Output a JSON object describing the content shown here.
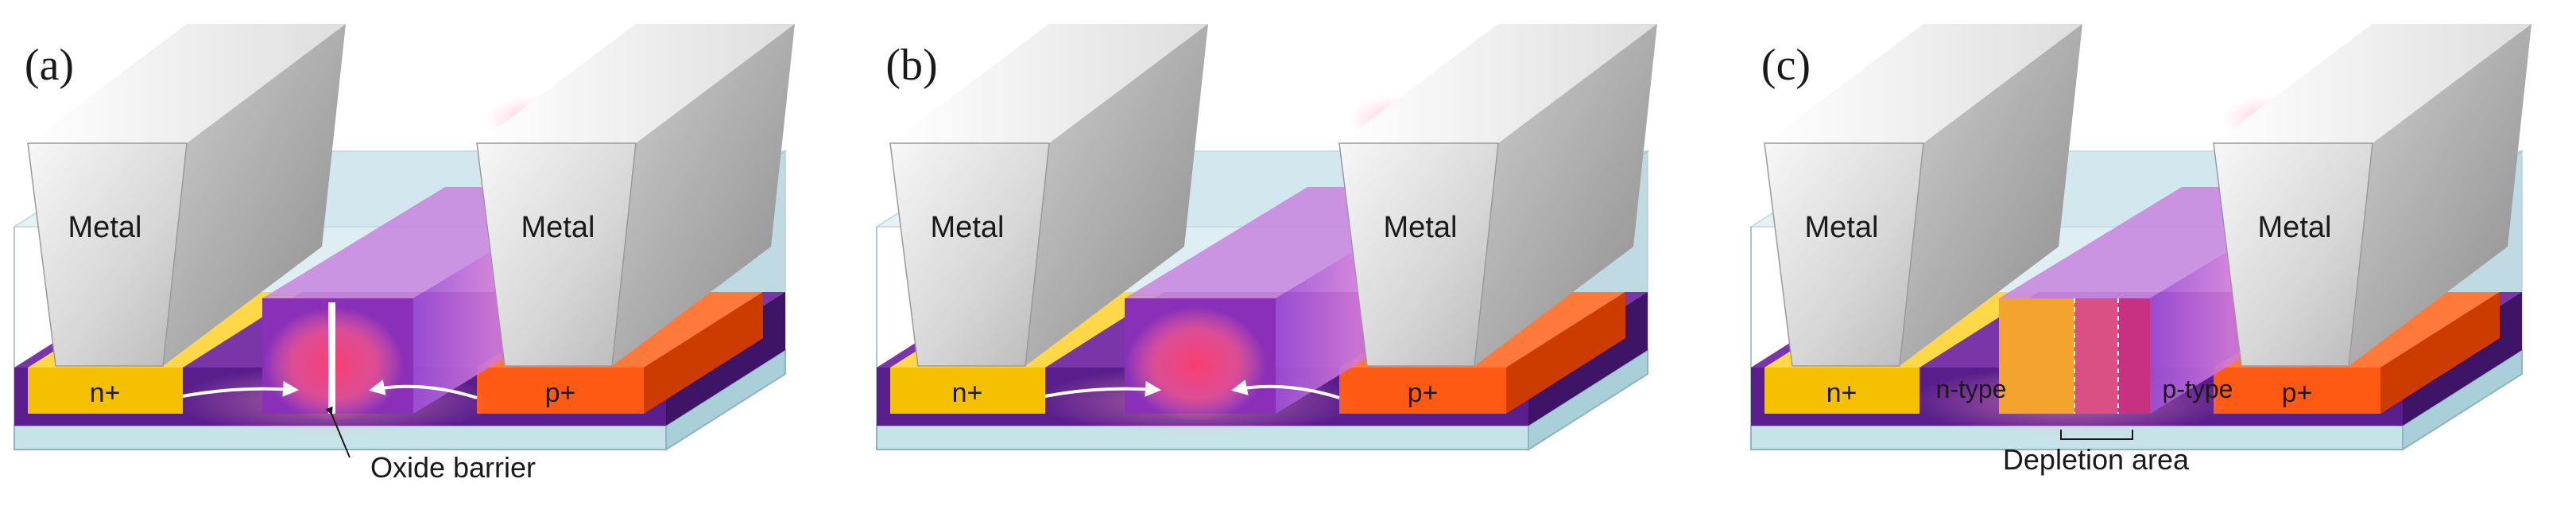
{
  "panels": [
    {
      "letter": "(a)",
      "metal_left": "Metal",
      "metal_right": "Metal",
      "contact_left": "n+",
      "contact_right": "p+",
      "center_variant": "oxide",
      "center_labels": [],
      "callout": "Oxide barrier"
    },
    {
      "letter": "(b)",
      "metal_left": "Metal",
      "metal_right": "Metal",
      "contact_left": "n+",
      "contact_right": "p+",
      "center_variant": "plain",
      "center_labels": [],
      "callout": ""
    },
    {
      "letter": "(c)",
      "metal_left": "Metal",
      "metal_right": "Metal",
      "contact_left": "n+",
      "contact_right": "p+",
      "center_variant": "junction",
      "center_labels": [
        "n-type",
        "p-type"
      ],
      "callout": "Depletion area"
    }
  ],
  "colors": {
    "substrate": "#bcdde6",
    "substrate_edge": "#8fb3bf",
    "purple_dark": "#5a1e8c",
    "purple_mid": "#7a35a8",
    "n_plus": "#f5c000",
    "p_plus": "#ff5a14",
    "glow": "#ff4f7a",
    "metal_light": "#f0f0f0",
    "metal_dark": "#9a9a9a",
    "text": "#1a1a1a",
    "n_type": "#ffb020",
    "p_type": "#e2306a"
  }
}
